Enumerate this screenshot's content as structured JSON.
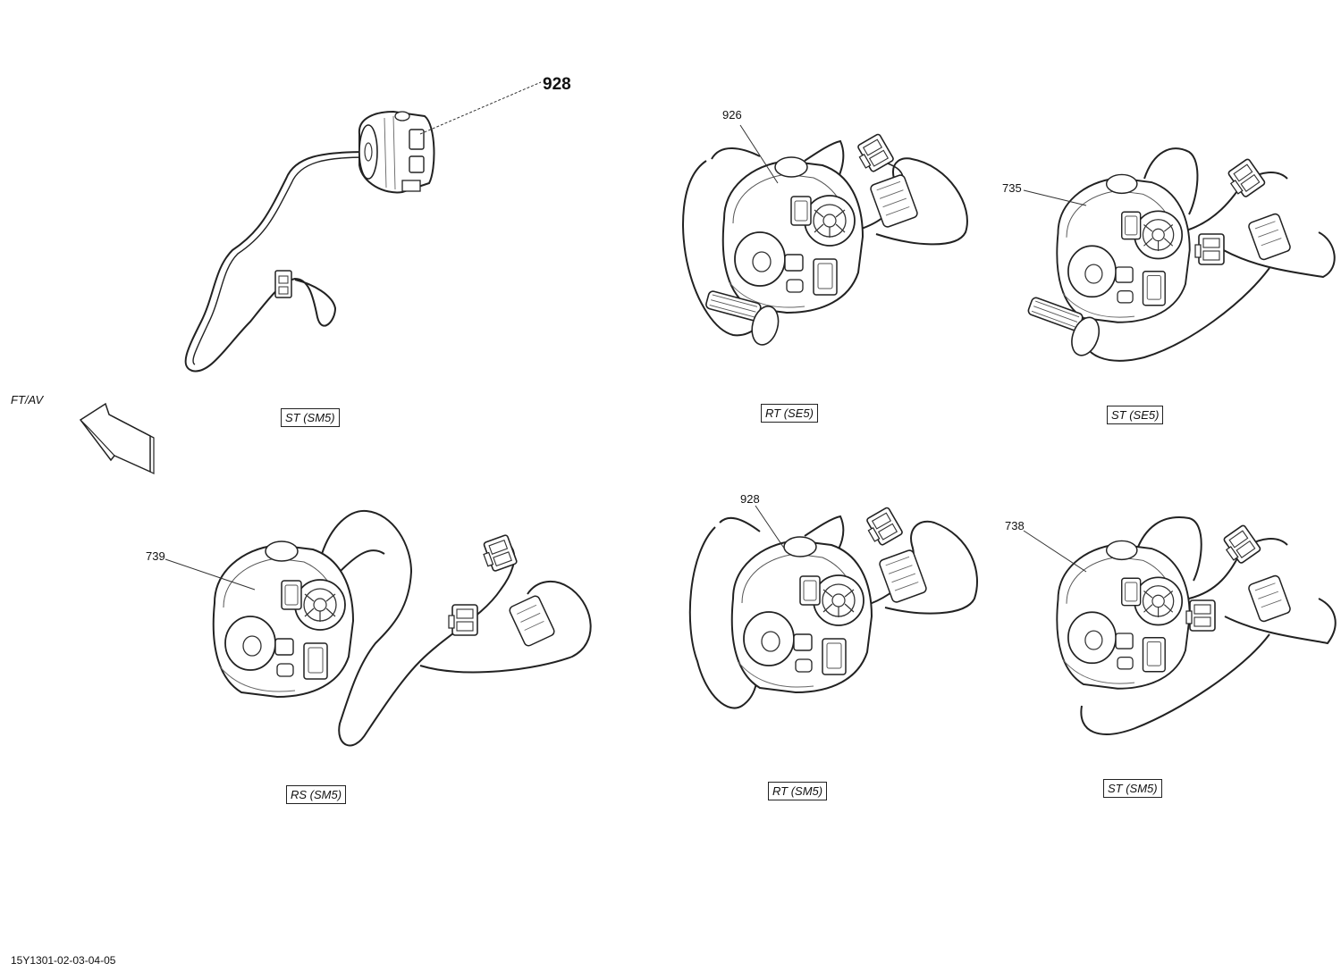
{
  "front_label": "FT/AV",
  "drawing_ref": "15Y1301-02-03-04-05",
  "callouts": [
    {
      "id": "c928a",
      "text": "928"
    },
    {
      "id": "c926",
      "text": "926"
    },
    {
      "id": "c735",
      "text": "735"
    },
    {
      "id": "c739",
      "text": "739"
    },
    {
      "id": "c928b",
      "text": "928"
    },
    {
      "id": "c738",
      "text": "738"
    }
  ],
  "variants": [
    {
      "id": "v1",
      "label": "ST (SM5)"
    },
    {
      "id": "v2",
      "label": "RT (SE5)"
    },
    {
      "id": "v3",
      "label": "ST (SE5)"
    },
    {
      "id": "v4",
      "label": "RS (SM5)"
    },
    {
      "id": "v5",
      "label": "RT (SM5)"
    },
    {
      "id": "v6",
      "label": "ST (SM5)"
    }
  ]
}
